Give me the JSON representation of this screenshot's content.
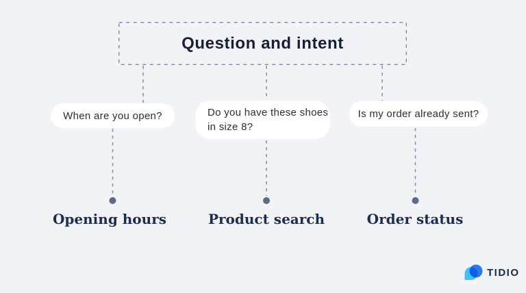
{
  "title": "Question and intent",
  "questions": [
    {
      "lines": [
        "When are you open?"
      ]
    },
    {
      "lines": [
        "Do you have these shoes",
        "in size 8?"
      ]
    },
    {
      "lines": [
        "Is my order already sent?"
      ]
    }
  ],
  "intents": [
    "Opening hours",
    "Product search",
    "Order status"
  ],
  "brand": {
    "name": "TIDIO"
  },
  "colors": {
    "background": "#f1f3f7",
    "connector": "#8290aa",
    "dot": "#5b6b88",
    "title_text": "#171f33",
    "bubble_text": "#2c2c34",
    "intent_text": "#1e2c4e",
    "logo_light_blue": "#3fc2f9",
    "logo_dark_blue": "#2f80ed",
    "brand_text": "#1b2740"
  }
}
